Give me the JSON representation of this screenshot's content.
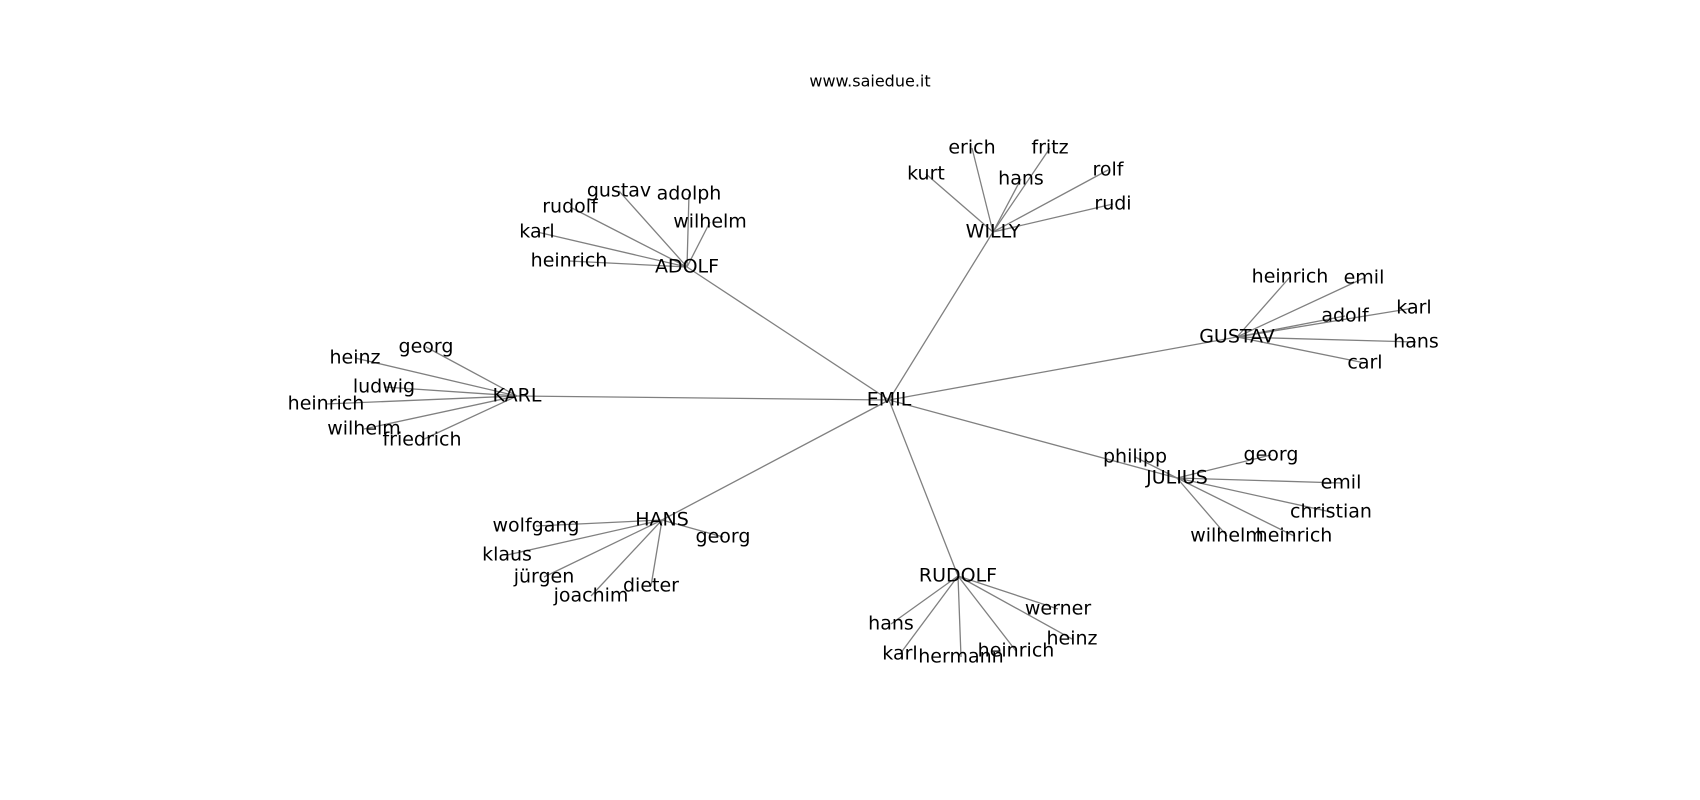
{
  "header": {
    "text": "www.saiedue.it"
  },
  "graph": {
    "center": "EMIL",
    "clusters": [
      {
        "hub": "ADOLF",
        "leaves": [
          "gustav",
          "adolph",
          "rudolf",
          "wilhelm",
          "karl",
          "heinrich"
        ]
      },
      {
        "hub": "WILLY",
        "leaves": [
          "erich",
          "fritz",
          "kurt",
          "hans",
          "rolf",
          "rudi"
        ]
      },
      {
        "hub": "GUSTAV",
        "leaves": [
          "heinrich",
          "emil",
          "adolf",
          "karl",
          "hans",
          "carl"
        ]
      },
      {
        "hub": "KARL",
        "leaves": [
          "georg",
          "heinz",
          "ludwig",
          "heinrich",
          "wilhelm",
          "friedrich"
        ]
      },
      {
        "hub": "JULIUS",
        "leaves": [
          "philipp",
          "georg",
          "emil",
          "christian",
          "wilhelm",
          "heinrich"
        ]
      },
      {
        "hub": "HANS",
        "leaves": [
          "wolfgang",
          "georg",
          "klaus",
          "jürgen",
          "joachim",
          "dieter"
        ]
      },
      {
        "hub": "RUDOLF",
        "leaves": [
          "werner",
          "hans",
          "heinz",
          "karl",
          "hermann",
          "heinrich"
        ]
      }
    ]
  }
}
